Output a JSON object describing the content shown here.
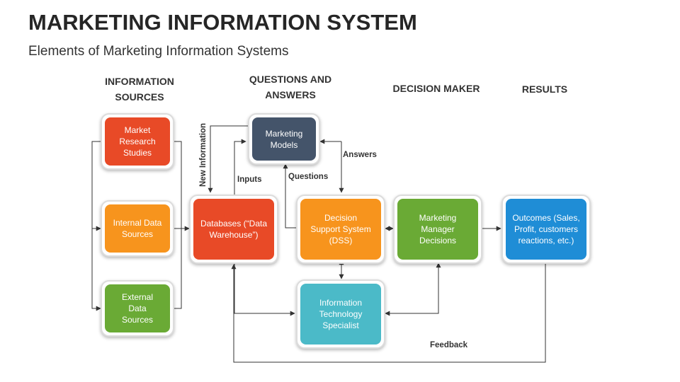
{
  "title": "MARKETING INFORMATION SYSTEM",
  "subtitle": "Elements of Marketing Information Systems",
  "columns": {
    "sources": "INFORMATION\nSOURCES",
    "qa": "QUESTIONS AND\nANSWERS",
    "decision": "DECISION MAKER",
    "results": "RESULTS"
  },
  "nodes": {
    "market_research": {
      "label": "Market\nResearch\nStudies",
      "color": "#e84a27"
    },
    "internal_data": {
      "label": "Internal Data\nSources",
      "color": "#f7941d"
    },
    "external_data": {
      "label": "External\nData\nSources",
      "color": "#6aaa35"
    },
    "databases": {
      "label": "Databases (“Data\nWarehouse”)",
      "color": "#e84a27"
    },
    "marketing_models": {
      "label": "Marketing\nModels",
      "color": "#44546a"
    },
    "dss": {
      "label": "Decision\nSupport System\n(DSS)",
      "color": "#f7941d"
    },
    "manager_decisions": {
      "label": "Marketing\nManager\nDecisions",
      "color": "#6aaa35"
    },
    "outcomes": {
      "label": "Outcomes (Sales,\nProfit, customers\nreactions, etc.)",
      "color": "#1f8dd6"
    },
    "it_specialist": {
      "label": "Information\nTechnology\nSpecialist",
      "color": "#4bbac8"
    }
  },
  "labels": {
    "new_information": "New Information",
    "inputs": "Inputs",
    "questions": "Questions",
    "answers": "Answers",
    "feedback": "Feedback"
  }
}
